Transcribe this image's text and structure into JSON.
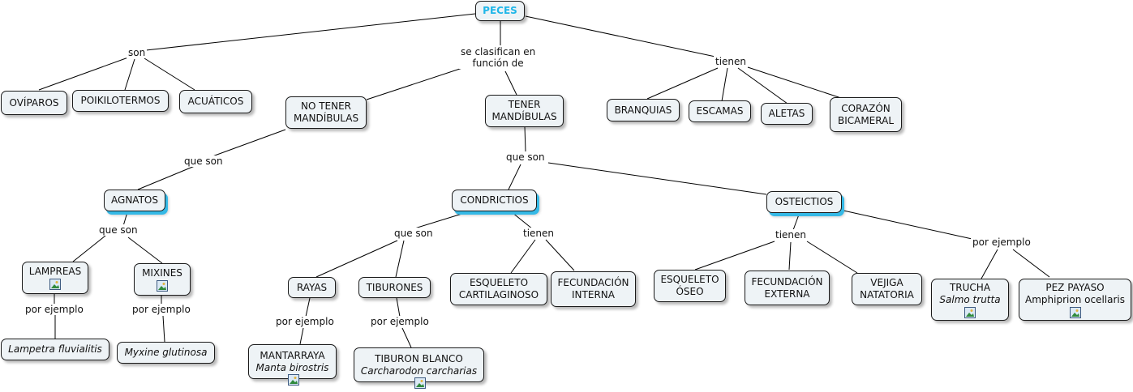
{
  "root": {
    "label": "PECES"
  },
  "link_labels": {
    "son": "son",
    "se_clasifican_1": "se clasifican en",
    "se_clasifican_2": "función de",
    "tienen_top": "tienen",
    "que_son_agnatos": "que son",
    "que_son_tener": "que son",
    "que_son_agnatos_sub": "que son",
    "que_son_condrictios": "que son",
    "tienen_condrictios": "tienen",
    "tienen_osteictios": "tienen",
    "por_ejemplo_osteictios": "por ejemplo",
    "por_ejemplo_lampreas": "por ejemplo",
    "por_ejemplo_mixines": "por ejemplo",
    "por_ejemplo_rayas": "por ejemplo",
    "por_ejemplo_tiburones": "por ejemplo"
  },
  "nodes": {
    "oviparos": "OVÍPAROS",
    "poikilotermos": "POIKILOTERMOS",
    "acuaticos": "ACUÁTICOS",
    "no_tener_1": "NO TENER",
    "no_tener_2": "MANDÍBULAS",
    "tener_1": "TENER",
    "tener_2": "MANDÍBULAS",
    "branquias": "BRANQUIAS",
    "escamas": "ESCAMAS",
    "aletas": "ALETAS",
    "corazon_1": "CORAZÓN",
    "corazon_2": "BICAMERAL",
    "agnatos": "AGNATOS",
    "condrictios": "CONDRICTIOS",
    "osteictios": "OSTEICTIOS",
    "lampreas": "LAMPREAS",
    "mixines": "MIXINES",
    "lampetra": "Lampetra fluvialitis",
    "myxine": "Myxine glutinosa",
    "rayas": "RAYAS",
    "tiburones": "TIBURONES",
    "esq_cart_1": "ESQUELETO",
    "esq_cart_2": "CARTILAGINOSO",
    "fec_int_1": "FECUNDACIÓN",
    "fec_int_2": "INTERNA",
    "mantarraya_1": "MANTARRAYA",
    "mantarraya_2": "Manta birostris",
    "tiburon_blanco_1": "TIBURON BLANCO",
    "tiburon_blanco_2": "Carcharodon carcharias",
    "esq_oseo_1": "ESQUELETO",
    "esq_oseo_2": "ÓSEO",
    "fec_ext_1": "FECUNDACIÓN",
    "fec_ext_2": "EXTERNA",
    "vejiga_1": "VEJIGA",
    "vejiga_2": "NATATORIA",
    "trucha_1": "TRUCHA",
    "trucha_2": "Salmo trutta",
    "pez_payaso_1": "PEZ PAYASO",
    "pez_payaso_2": "Amphiprion ocellaris"
  },
  "colors": {
    "title": "#1fb6e8",
    "accent_shadow": "#35b9e6",
    "node_fill": "#eef3f6"
  },
  "icons": {
    "attachment": "image-icon"
  }
}
